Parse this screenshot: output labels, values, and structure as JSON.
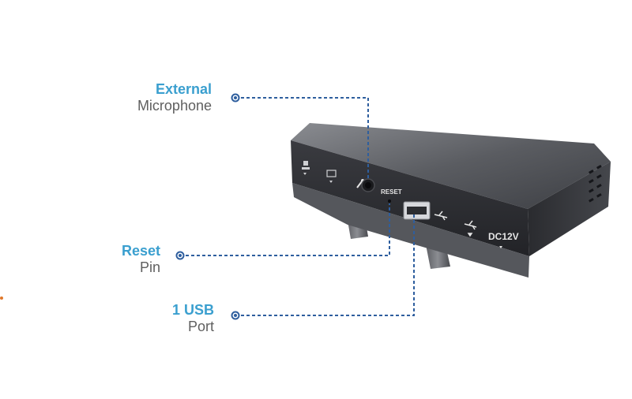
{
  "colors": {
    "accent": "#3a9fcf",
    "leader": "#2e5e9e",
    "secondary_text": "#5f5f5f",
    "device_body": "#3a3b3f",
    "device_face": "#2c2d31",
    "orange_marker": "#e0782b"
  },
  "callouts": {
    "external_microphone": {
      "title": "External",
      "subtitle": "Microphone"
    },
    "reset_pin": {
      "title": "Reset",
      "subtitle": "Pin"
    },
    "usb_port": {
      "title": "1 USB",
      "subtitle": "Port"
    }
  },
  "device": {
    "reset_text": "RESET",
    "dc_text": "DC12V",
    "icons": [
      "ethernet-icon",
      "hdmi-icon",
      "microphone-icon",
      "usb-icon",
      "usb-icon"
    ]
  }
}
